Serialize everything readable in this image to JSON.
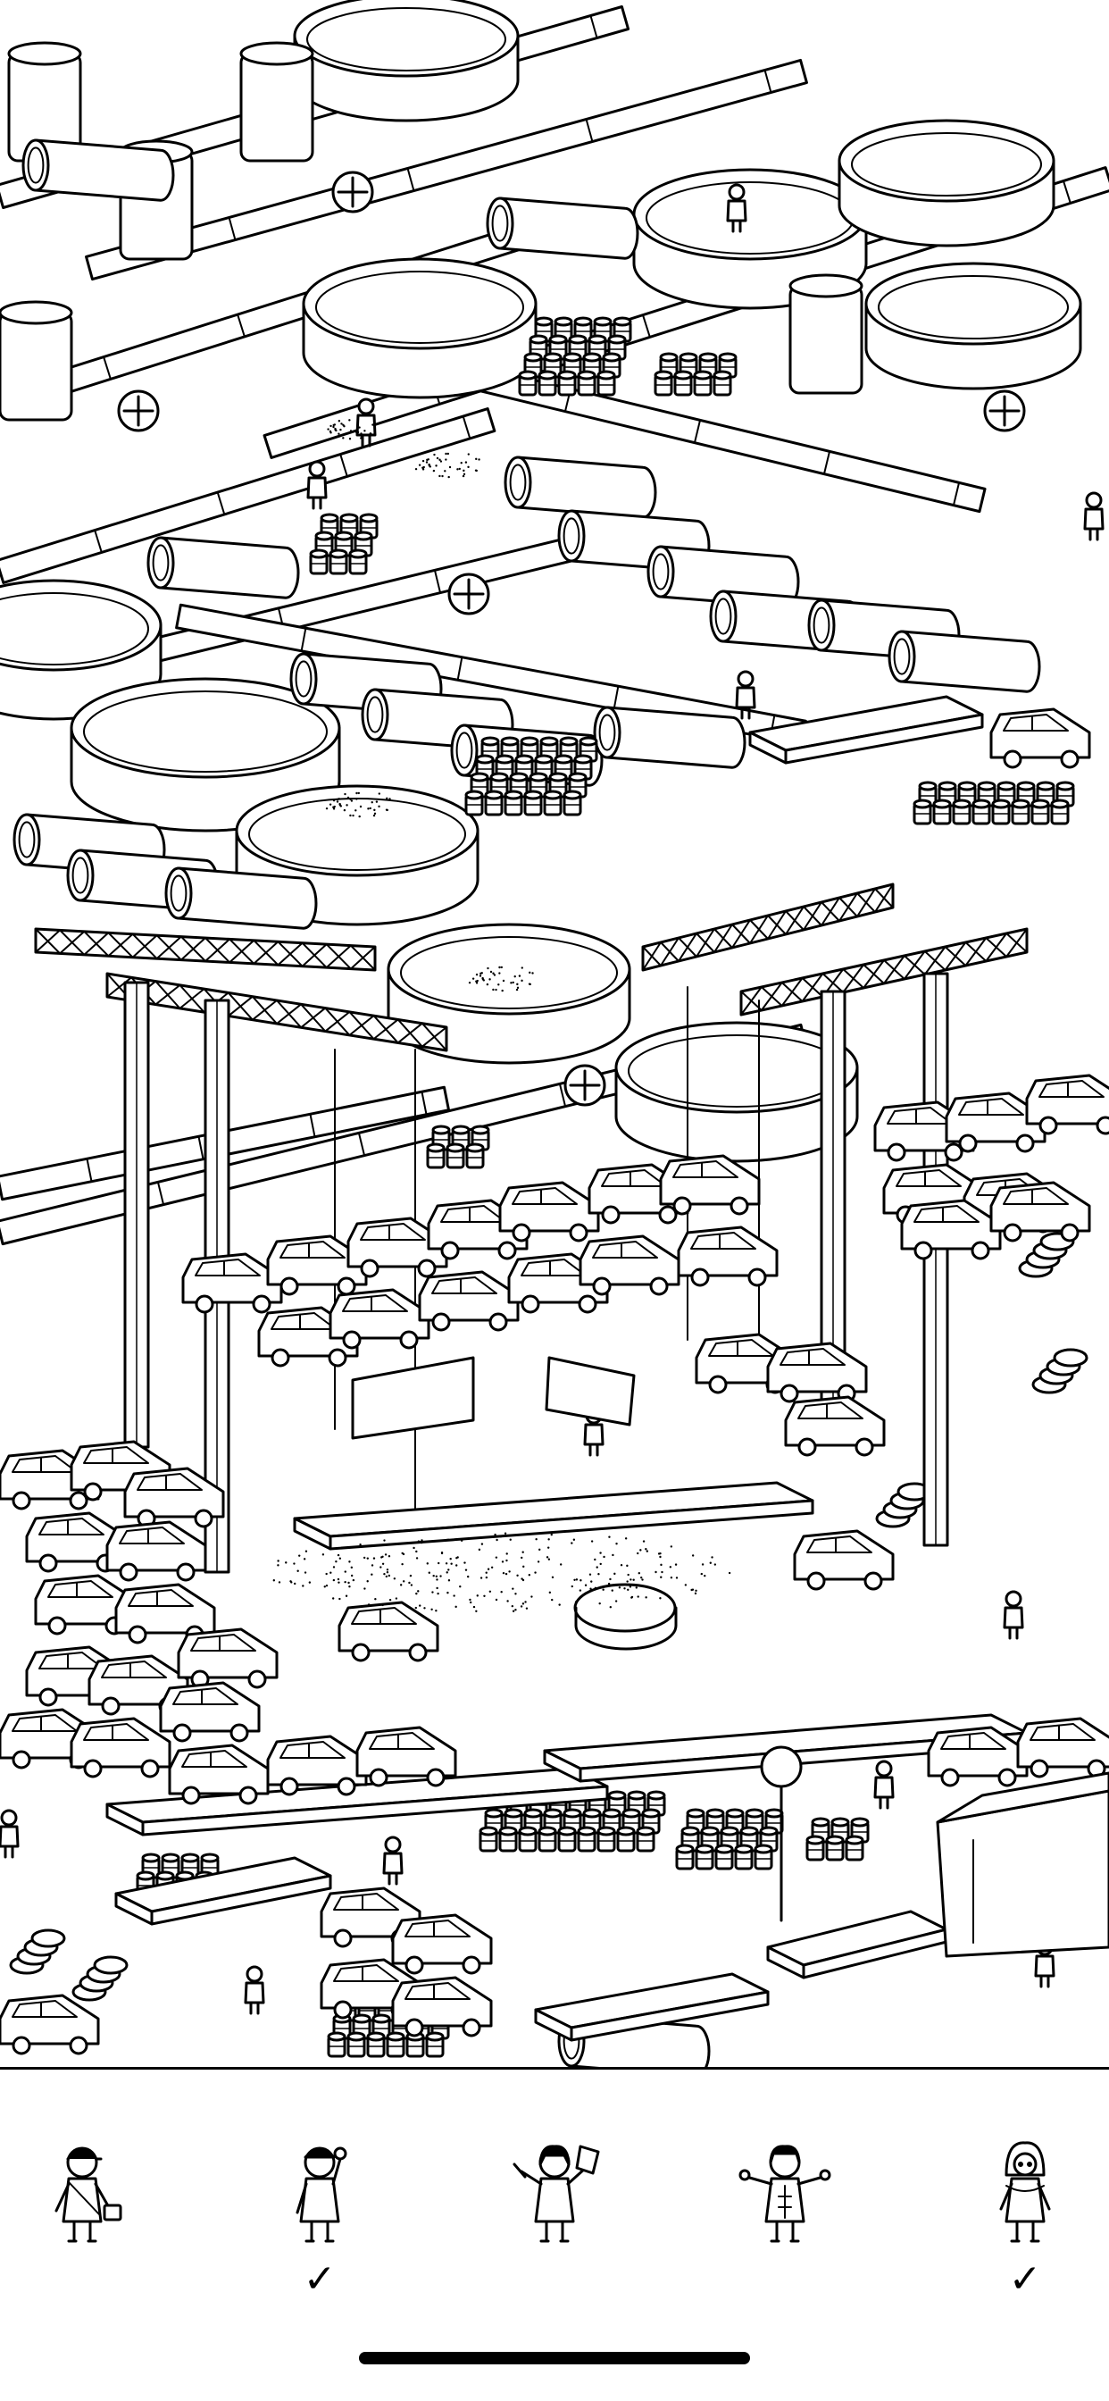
{
  "scene": {
    "name": "industrial-port-scene",
    "colors": {
      "ink": "#000000",
      "paper": "#ffffff"
    }
  },
  "targets": [
    {
      "id": "worker-with-bag",
      "found": false,
      "check": ""
    },
    {
      "id": "worker-waving",
      "found": true,
      "check": "✓"
    },
    {
      "id": "worker-holding-paper",
      "found": false,
      "check": ""
    },
    {
      "id": "worker-arms-out",
      "found": false,
      "check": ""
    },
    {
      "id": "worker-hooded",
      "found": true,
      "check": "✓"
    }
  ]
}
